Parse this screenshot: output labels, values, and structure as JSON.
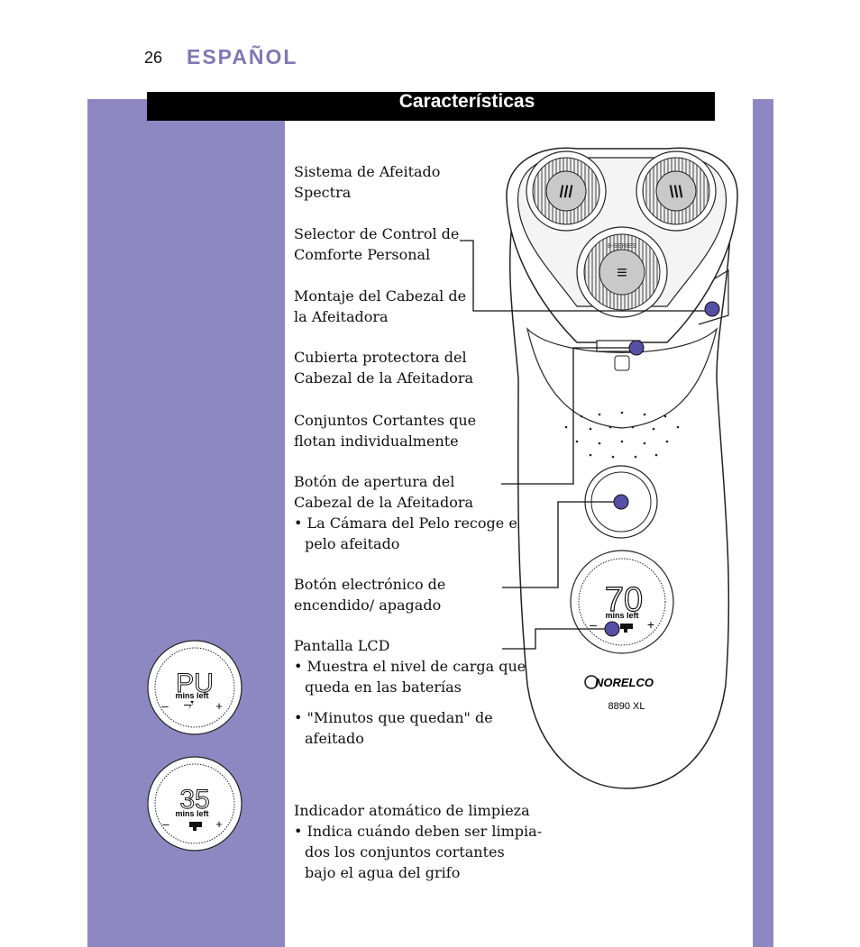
{
  "header": {
    "page_number": "26",
    "section": "ESPAÑOL"
  },
  "title": "Características",
  "features": [
    {
      "lines": [
        "Sistema de Afeitado",
        "Spectra"
      ]
    },
    {
      "lines": [
        "Selector de Control de",
        "Comforte Personal"
      ]
    },
    {
      "lines": [
        "Montaje del Cabezal de",
        "la Afeitadora"
      ]
    },
    {
      "lines": [
        "Cubierta protectora del",
        "Cabezal de la Afeitadora"
      ]
    },
    {
      "lines": [
        "Conjuntos Cortantes que",
        "flotan individualmente"
      ]
    },
    {
      "lines": [
        "Botón de apertura del",
        "Cabezal de la Afeitadora"
      ],
      "bullets": [
        [
          "• La Cámara del Pelo recoge el",
          "pelo afeitado"
        ]
      ]
    },
    {
      "lines": [
        "Botón electrónico de",
        "encendido/ apagado"
      ]
    },
    {
      "lines": [
        "Pantalla LCD"
      ],
      "bullets": [
        [
          "• Muestra el nivel de carga que",
          "queda en las baterías"
        ],
        [
          "• \"Minutos que quedan\" de",
          "afeitado"
        ]
      ]
    },
    {
      "lines": [
        "Indicador atomático de limpieza"
      ],
      "bullets": [
        [
          "• Indica cuándo deben ser limpia-",
          "dos los conjuntos cortantes",
          "bajo el agua del grifo"
        ]
      ]
    }
  ],
  "shaver": {
    "brand": "NORELCO",
    "model": "8890 XL",
    "series_label": "8-SERIES",
    "display_value": "70",
    "display_unit": "mins left",
    "minus": "–",
    "plus": "+"
  },
  "display_charging": {
    "value": "PU",
    "unit": "mins left",
    "minus": "–",
    "plus": "+"
  },
  "display_clean": {
    "value": "35",
    "unit": "mins left",
    "minus": "–",
    "plus": "+"
  }
}
